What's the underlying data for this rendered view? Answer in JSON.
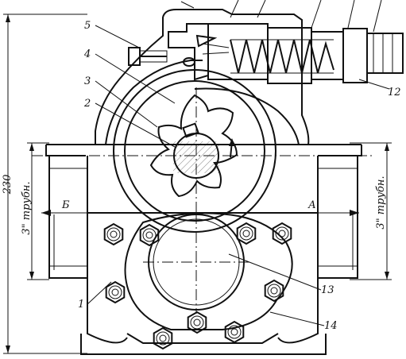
{
  "diagram": {
    "overall_dimension": "230",
    "pipe_left": "3\" трубн.",
    "pipe_right": "3\" трубн.",
    "flow_left": "Б",
    "flow_right": "А",
    "callouts": [
      "5",
      "4",
      "3",
      "2",
      "1",
      "12",
      "13",
      "14"
    ]
  }
}
